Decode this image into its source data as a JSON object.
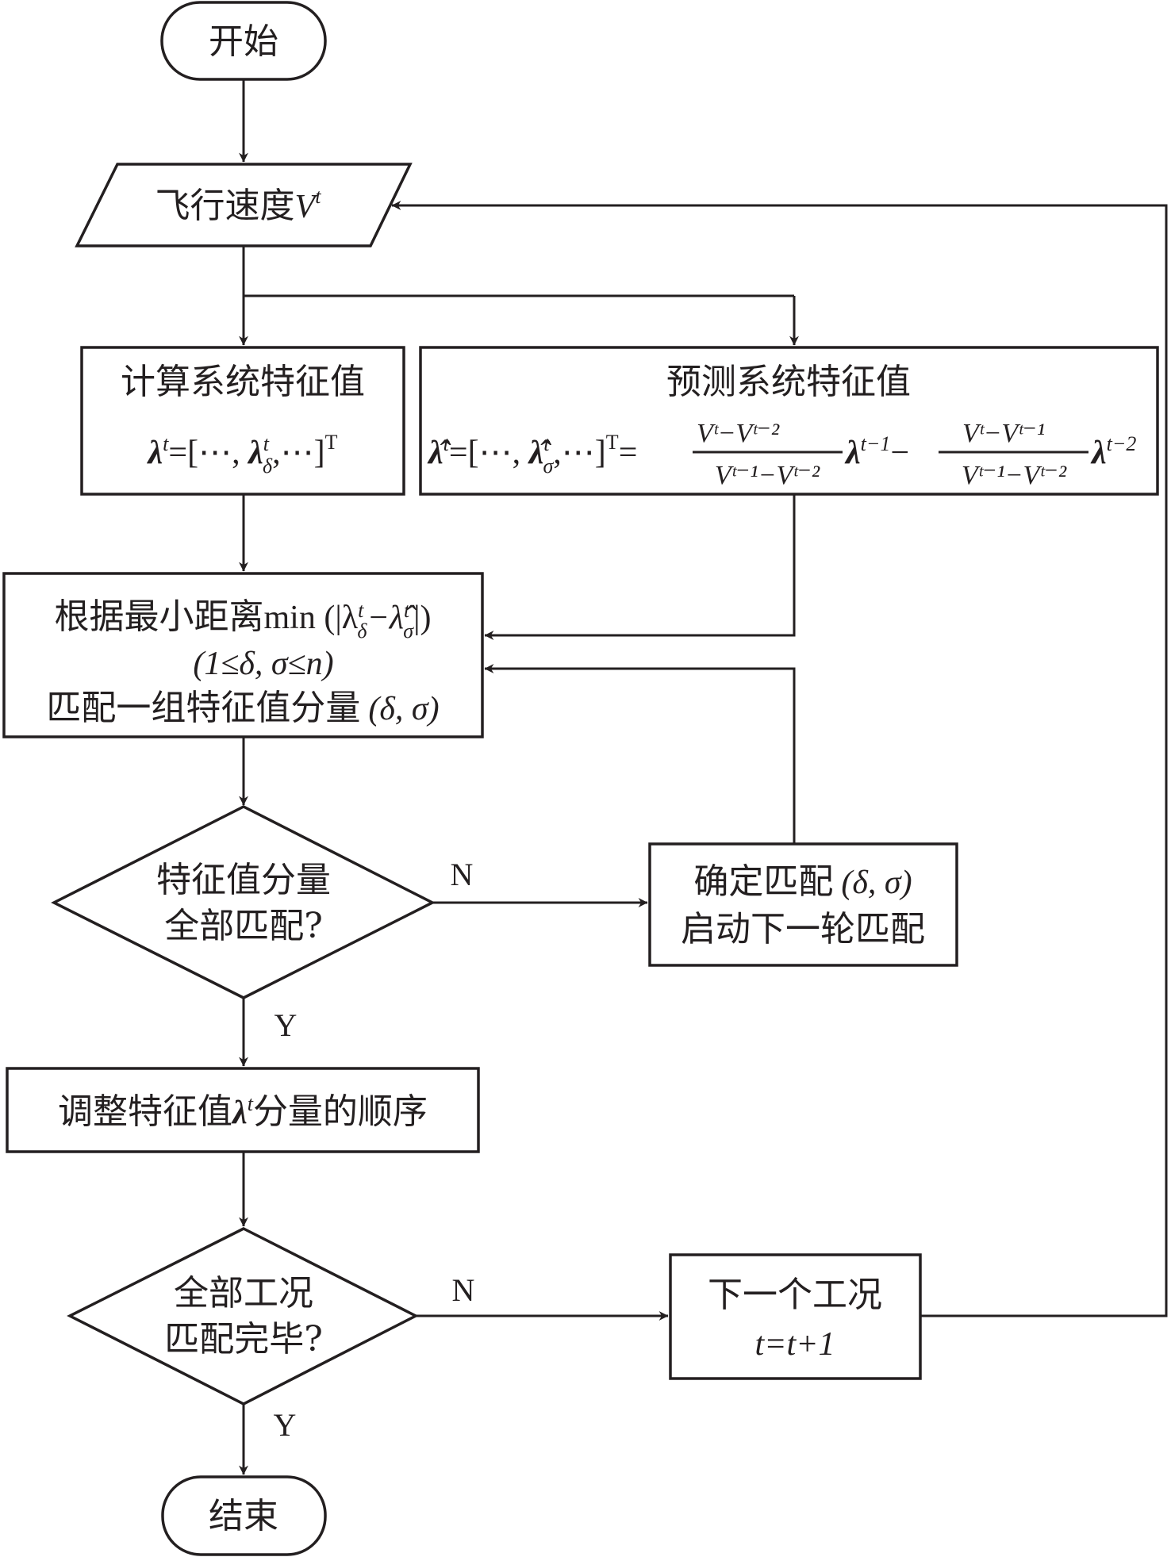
{
  "title": "特征值匹配流程图",
  "nodes": {
    "start": {
      "label": "开始"
    },
    "input": {
      "label": "飞行速度",
      "var": "V",
      "sup": "t"
    },
    "compute": {
      "title": "计算系统特征值",
      "formula": {
        "lhs": "λ",
        "lhs_sup": "t",
        "eq": "=[⋯, ",
        "elem": "λ",
        "elem_sup": "t",
        "elem_sub": "δ",
        "tail": ",⋯]",
        "transpose": "T"
      }
    },
    "predict": {
      "title": "预测系统特征值",
      "formula": {
        "lhs": "λ̂",
        "lhs_sup": "t",
        "vector": "=[⋯, ",
        "elem": "λ̂",
        "elem_sup": "t",
        "elem_sub": "σ",
        "tail": ",⋯]",
        "transpose": "T",
        "eq": "=",
        "frac1_num": "Vᵗ−Vᵗ⁻²",
        "frac1_den": "Vᵗ⁻¹−Vᵗ⁻²",
        "term1": "λ",
        "term1_sup": "t−1",
        "minus": "−",
        "frac2_num": "Vᵗ−Vᵗ⁻¹",
        "frac2_den": "Vᵗ⁻¹−Vᵗ⁻²",
        "term2": "λ",
        "term2_sup": "t−2"
      }
    },
    "match": {
      "line1_cn": "根据最小距离",
      "line1_math": "min (|λ",
      "line1_sup1": "t",
      "line1_sub1": "δ",
      "line1_mid": "−λ̂",
      "line1_sup2": "t",
      "line1_sub2": "σ",
      "line1_end": "|)",
      "line2": "(1≤δ, σ≤n)",
      "line3_cn": "匹配一组特征值分量",
      "line3_math": "(δ, σ)"
    },
    "decision1": {
      "line1": "特征值分量",
      "line2": "全部匹配?"
    },
    "confirm": {
      "line1_cn": "确定匹配",
      "line1_math": "(δ, σ)",
      "line2": "启动下一轮匹配"
    },
    "adjust": {
      "pre": "调整特征值",
      "var": "λ",
      "sup": "t",
      "post": "分量的顺序"
    },
    "decision2": {
      "line1": "全部工况",
      "line2": "匹配完毕?"
    },
    "next": {
      "line1": "下一个工况",
      "line2": "t=t+1"
    },
    "end": {
      "label": "结束"
    }
  },
  "edge_labels": {
    "no1": "N",
    "yes1": "Y",
    "no2": "N",
    "yes2": "Y"
  },
  "colors": {
    "stroke": "#231f20",
    "background": "#ffffff"
  }
}
